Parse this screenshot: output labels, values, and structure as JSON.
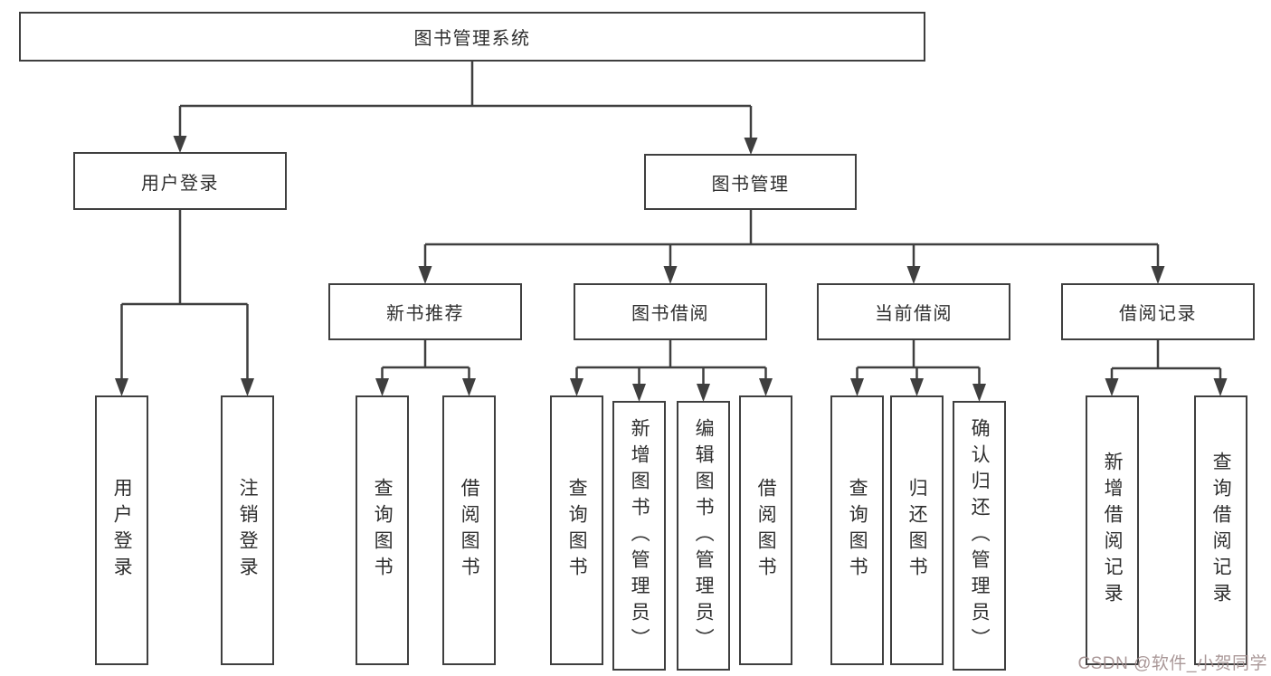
{
  "tree": {
    "label": "图书管理系统",
    "children": [
      {
        "label": "用户登录",
        "children": [
          {
            "label": "用户登录"
          },
          {
            "label": "注销登录"
          }
        ]
      },
      {
        "label": "图书管理",
        "children": [
          {
            "label": "新书推荐",
            "children": [
              {
                "label": "查询图书"
              },
              {
                "label": "借阅图书"
              }
            ]
          },
          {
            "label": "图书借阅",
            "children": [
              {
                "label": "查询图书"
              },
              {
                "label": "新增图书（管理员）"
              },
              {
                "label": "编辑图书（管理员）"
              },
              {
                "label": "借阅图书"
              }
            ]
          },
          {
            "label": "当前借阅",
            "children": [
              {
                "label": "查询图书"
              },
              {
                "label": "归还图书"
              },
              {
                "label": "确认归还（管理员）"
              }
            ]
          },
          {
            "label": "借阅记录",
            "children": [
              {
                "label": "新增借阅记录"
              },
              {
                "label": "查询借阅记录"
              }
            ]
          }
        ]
      }
    ]
  },
  "watermark": {
    "text": "CSDN @软件_小贺同学"
  },
  "colors": {
    "line": "#3f3f3f",
    "box_border": "#3f3f3f",
    "text": "#2f2f2f",
    "background": "#ffffff",
    "watermark_text": "#9e8a8a"
  }
}
